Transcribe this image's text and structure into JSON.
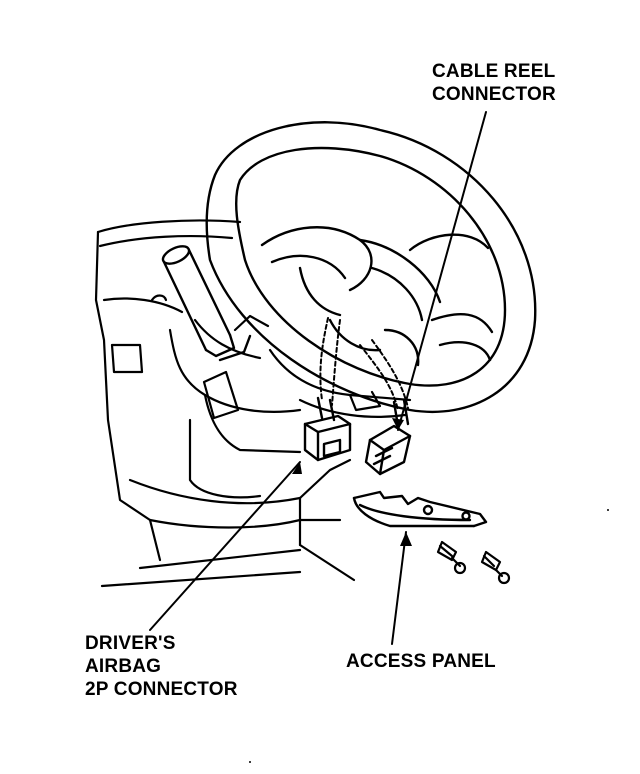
{
  "labels": {
    "cable_reel_connector": [
      "CABLE REEL",
      "CONNECTOR"
    ],
    "drivers_airbag_connector": [
      "DRIVER'S",
      "AIRBAG",
      "2P CONNECTOR"
    ],
    "access_panel": "ACCESS PANEL"
  }
}
